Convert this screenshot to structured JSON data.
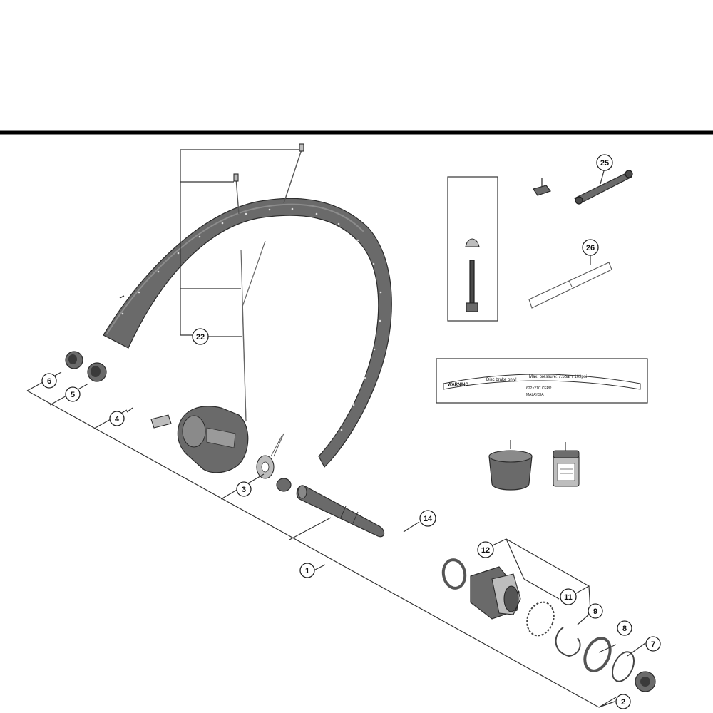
{
  "sticker": {
    "warning": "WARNING",
    "line1": "Disc brake only!",
    "line2": "Max. pressure: 7.5bar / 109psi",
    "size": "622×21C  CFRP",
    "origin": "MALAYSIA"
  },
  "callouts": [
    {
      "id": "callout-1",
      "label": "1"
    },
    {
      "id": "callout-2",
      "label": "2"
    },
    {
      "id": "callout-3",
      "label": "3"
    },
    {
      "id": "callout-4",
      "label": "4"
    },
    {
      "id": "callout-5",
      "label": "5"
    },
    {
      "id": "callout-6",
      "label": "6"
    },
    {
      "id": "callout-7",
      "label": "7"
    },
    {
      "id": "callout-8",
      "label": "8"
    },
    {
      "id": "callout-9",
      "label": "9"
    },
    {
      "id": "callout-11",
      "label": "11"
    },
    {
      "id": "callout-12",
      "label": "12"
    },
    {
      "id": "callout-14",
      "label": "14"
    },
    {
      "id": "callout-22",
      "label": "22"
    },
    {
      "id": "callout-25",
      "label": "25"
    },
    {
      "id": "callout-26",
      "label": "26"
    }
  ]
}
